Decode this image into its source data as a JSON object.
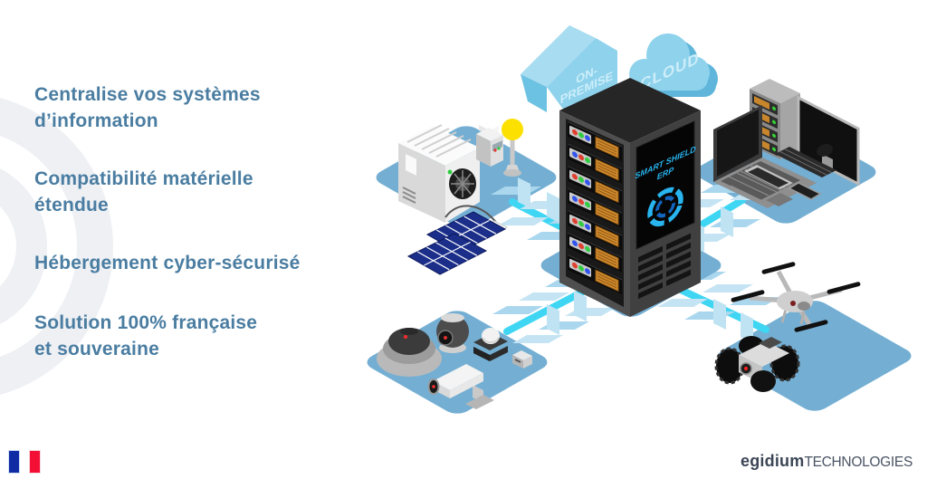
{
  "bullets": {
    "b1_line1": "Centralise vos systèmes",
    "b1_line2": "d’information",
    "b2_line1": "Compatibilité matérielle",
    "b2_line2": "étendue",
    "b3_line1": "Hébergement cyber-sécurisé",
    "b4_line1": "Solution 100% française",
    "b4_line2": "et souveraine"
  },
  "diagram": {
    "on_premise_line1": "ON-",
    "on_premise_line2": "PREMISE",
    "cloud_label": "CLOUD",
    "screen_line1": "SMART SHIELD",
    "screen_line2": "ERP"
  },
  "footer": {
    "brand_bold": "egidium",
    "brand_light": "TECHNOLOGIES"
  },
  "colors": {
    "bullet_text": "#4a7da1",
    "platform_blue": "#74afd3",
    "beam_cyan": "#3fd6f3",
    "stripe_light": "#aad7ee",
    "house_cloud_blue": "#8ed2ec",
    "screen_cyan": "#28b4ef",
    "vent_orange": "#d08a2e",
    "flag_blue": "#0f2ca5",
    "flag_red": "#f40f35",
    "logo_dark": "#3c4657"
  }
}
